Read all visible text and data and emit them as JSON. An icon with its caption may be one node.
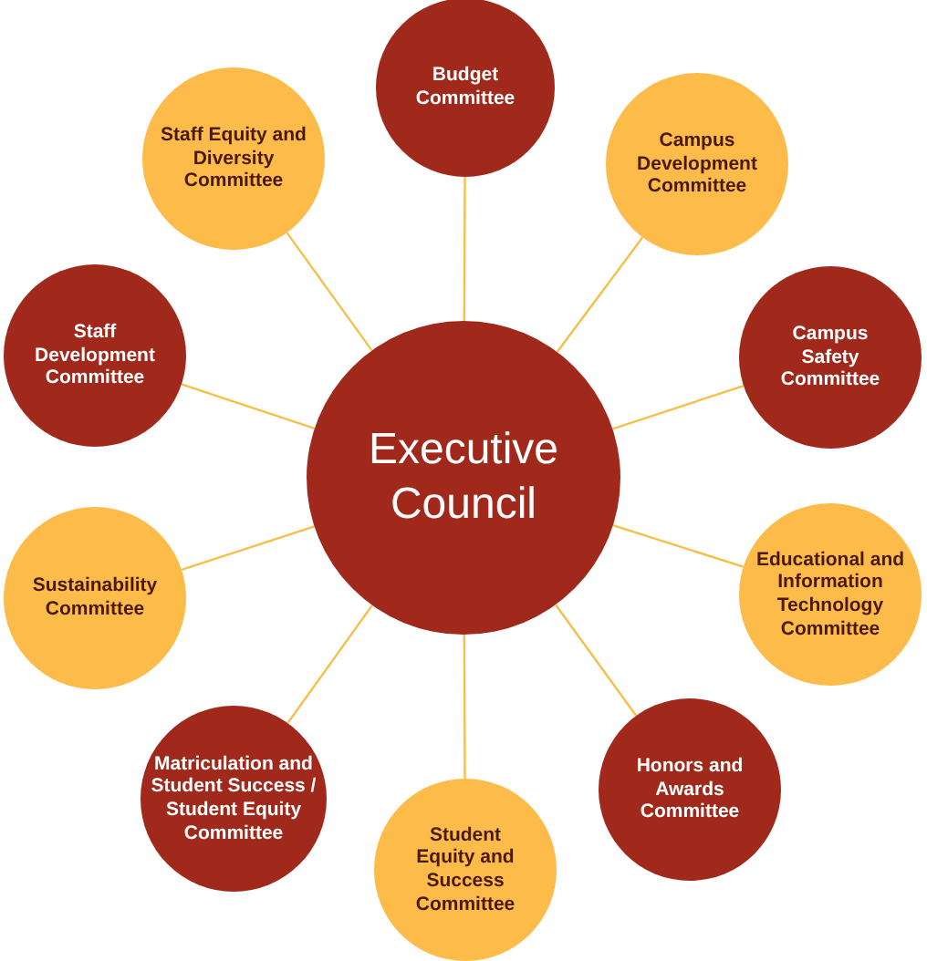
{
  "diagram": {
    "nodes": [
      {
        "text": [
          "Executive Council"
        ]
      },
      {
        "text": [
          "Budget Committee"
        ]
      },
      {
        "text": [
          "Campus Development Committee"
        ]
      },
      {
        "text": [
          "Campus Safety Committee"
        ]
      },
      {
        "text": [
          "Educational and Information Technology Committee"
        ]
      },
      {
        "text": [
          "Honors and Awards Committee"
        ]
      },
      {
        "text": [
          "Student Equity and Success Committee"
        ]
      },
      {
        "text": [
          "Matriculation and Student Success / Student Equity Committee"
        ]
      },
      {
        "text": [
          "Sustainability Committee"
        ]
      },
      {
        "text": [
          "Staff Development Committee"
        ]
      },
      {
        "text": [
          "Staff Equity and Diversity Committee"
        ]
      }
    ],
    "edges": [
      {
        "from": 0,
        "to": 1,
        "arrow": "none"
      },
      {
        "from": 0,
        "to": 2,
        "arrow": "none"
      },
      {
        "from": 0,
        "to": 3,
        "arrow": "none"
      },
      {
        "from": 0,
        "to": 4,
        "arrow": "none"
      },
      {
        "from": 0,
        "to": 5,
        "arrow": "none"
      },
      {
        "from": 0,
        "to": 6,
        "arrow": "none"
      },
      {
        "from": 0,
        "to": 7,
        "arrow": "none"
      },
      {
        "from": 0,
        "to": 8,
        "arrow": "none"
      },
      {
        "from": 0,
        "to": 9,
        "arrow": "none"
      },
      {
        "from": 0,
        "to": 10,
        "arrow": "none"
      }
    ]
  }
}
